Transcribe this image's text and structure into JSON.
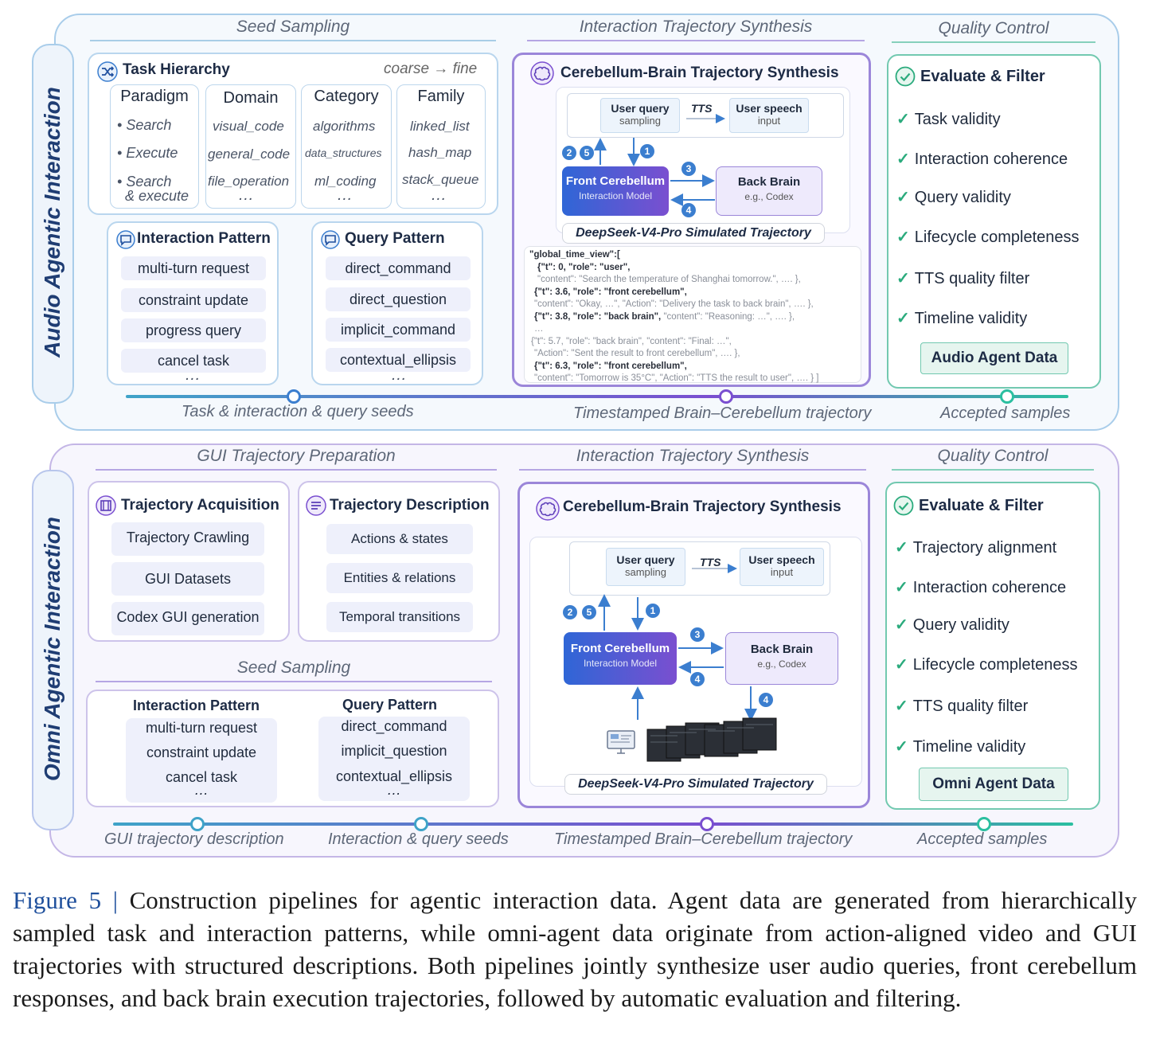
{
  "top": {
    "side_title": "Audio Agentic Interaction",
    "sections": [
      "Seed Sampling",
      "Interaction Trajectory Synthesis",
      "Quality Control"
    ],
    "task_hierarchy": {
      "title": "Task Hierarchy",
      "note": "coarse → fine",
      "columns": [
        {
          "head": "Paradigm",
          "items": [
            "Search",
            "Execute",
            "Search",
            "& execute"
          ]
        },
        {
          "head": "Domain",
          "items": [
            "visual_code",
            "general_code",
            "file_operation",
            "…"
          ]
        },
        {
          "head": "Category",
          "items": [
            "algorithms",
            "data_structures",
            "ml_coding",
            "…"
          ]
        },
        {
          "head": "Family",
          "items": [
            "linked_list",
            "hash_map",
            "stack_queue",
            "…"
          ]
        }
      ]
    },
    "interaction_pattern": {
      "title": "Interaction Pattern",
      "items": [
        "multi-turn request",
        "constraint update",
        "progress query",
        "cancel task",
        "…"
      ]
    },
    "query_pattern": {
      "title": "Query Pattern",
      "items": [
        "direct_command",
        "direct_question",
        "implicit_command",
        "contextual_ellipsis",
        "…"
      ]
    },
    "synthesis": {
      "title": "Cerebellum-Brain Trajectory Synthesis",
      "user_query": [
        "User query",
        "sampling"
      ],
      "tts": "TTS",
      "user_speech": [
        "User speech",
        "input"
      ],
      "front": [
        "Front Cerebellum",
        "Interaction Model"
      ],
      "back": [
        "Back Brain",
        "e.g., Codex"
      ],
      "badges": [
        "2",
        "5",
        "1",
        "3",
        "4"
      ],
      "tag": "DeepSeek-V4-Pro Simulated Trajectory",
      "code": [
        [
          "\"global_time_view\":[",
          ""
        ],
        [
          "{\"t\": 0,      \"role\": \"user\",",
          ""
        ],
        [
          "",
          " \"content\": \"Search the temperature of Shanghai tomorrow.\",  …. },"
        ],
        [
          " {\"t\": 3.6,    \"role\": \"front cerebellum\",",
          ""
        ],
        [
          "",
          "  \"content\": \"Okay, …\",   \"Action\": \"Delivery the task to back brain\", …. },"
        ],
        [
          " {\"t\": 3.8,    \"role\": \"back brain\",",
          "   \"content\": \"Reasoning: …\",   …. },"
        ],
        [
          "",
          "  …"
        ],
        [
          "",
          " {\"t\": 5.7,    \"role\": \"back brain\",    \"content\": \"Final: …\","
        ],
        [
          "",
          "  \"Action\": \"Sent the result to front cerebellum\", …. },"
        ],
        [
          " {\"t\": 6.3,    \"role\": \"front cerebellum\",",
          ""
        ],
        [
          "",
          "  \"content\": \"Tomorrow is 35°C\", \"Action\": \"TTS the result to user\", …. } ]"
        ]
      ]
    },
    "quality": {
      "title": "Evaluate & Filter",
      "checks": [
        "Task validity",
        "Interaction coherence",
        "Query validity",
        "Lifecycle completeness",
        "TTS quality filter",
        "Timeline validity"
      ],
      "output": "Audio Agent Data"
    },
    "timeline": [
      "Task & interaction & query seeds",
      "Timestamped Brain–Cerebellum trajectory",
      "Accepted samples"
    ]
  },
  "bottom": {
    "side_title": "Omni Agentic Interaction",
    "sections": [
      "GUI Trajectory Preparation",
      "Interaction Trajectory Synthesis",
      "Quality Control",
      "Seed Sampling"
    ],
    "acquisition": {
      "title": "Trajectory Acquisition",
      "items": [
        "Trajectory Crawling",
        "GUI Datasets",
        "Codex GUI generation"
      ]
    },
    "description": {
      "title": "Trajectory Description",
      "items": [
        "Actions & states",
        "Entities & relations",
        "Temporal transitions"
      ]
    },
    "seed": {
      "interaction_title": "Interaction Pattern",
      "interaction_items": [
        "multi-turn request",
        "constraint update",
        "cancel task",
        "…"
      ],
      "query_title": "Query Pattern",
      "query_items": [
        "direct_command",
        "implicit_question",
        "contextual_ellipsis",
        "…"
      ]
    },
    "synthesis": {
      "title": "Cerebellum-Brain Trajectory Synthesis",
      "user_query": [
        "User query",
        "sampling"
      ],
      "tts": "TTS",
      "user_speech": [
        "User speech",
        "input"
      ],
      "front": [
        "Front Cerebellum",
        "Interaction Model"
      ],
      "back": [
        "Back Brain",
        "e.g., Codex"
      ],
      "badges": [
        "2",
        "5",
        "1",
        "3",
        "4",
        "4"
      ],
      "tag": "DeepSeek-V4-Pro Simulated Trajectory"
    },
    "quality": {
      "title": "Evaluate & Filter",
      "checks": [
        "Trajectory alignment",
        "Interaction coherence",
        "Query validity",
        "Lifecycle completeness",
        "TTS quality filter",
        "Timeline validity"
      ],
      "output": "Omni Agent Data"
    },
    "timeline": [
      "GUI trajectory description",
      "Interaction & query seeds",
      "Timestamped Brain–Cerebellum trajectory",
      "Accepted samples"
    ]
  },
  "caption": {
    "label": "Figure 5",
    "sep": " | ",
    "text": "Construction pipelines for agentic interaction data.  Agent data are generated from hierarchically sampled task and interaction patterns, while omni-agent data originate from action-aligned video and GUI trajectories with structured descriptions. Both pipelines jointly synthesize user audio queries, front cerebellum responses, and back brain execution trajectories, followed by automatic evaluation and filtering."
  },
  "icons": [
    "shuffle-icon",
    "chat-icon",
    "brain-icon",
    "check-circle-icon",
    "film-icon",
    "list-icon",
    "monitor-icon",
    "video-frames-icon"
  ],
  "colors": {
    "blue": "#3b7ecf",
    "purple": "#7a4fd0",
    "green": "#2bab7d"
  }
}
